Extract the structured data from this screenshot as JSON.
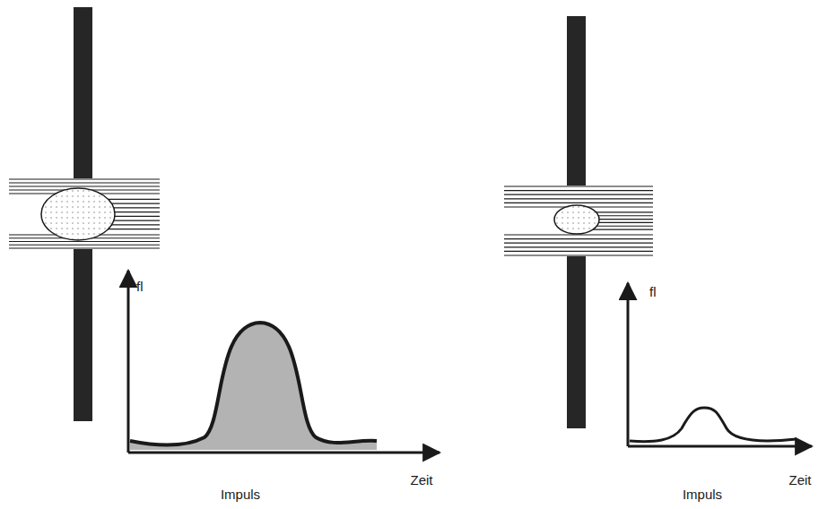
{
  "diagram": {
    "labels": [
      "fl",
      "Zeit",
      "Impuls",
      "fl",
      "Zeit",
      "Impuls"
    ]
  }
}
